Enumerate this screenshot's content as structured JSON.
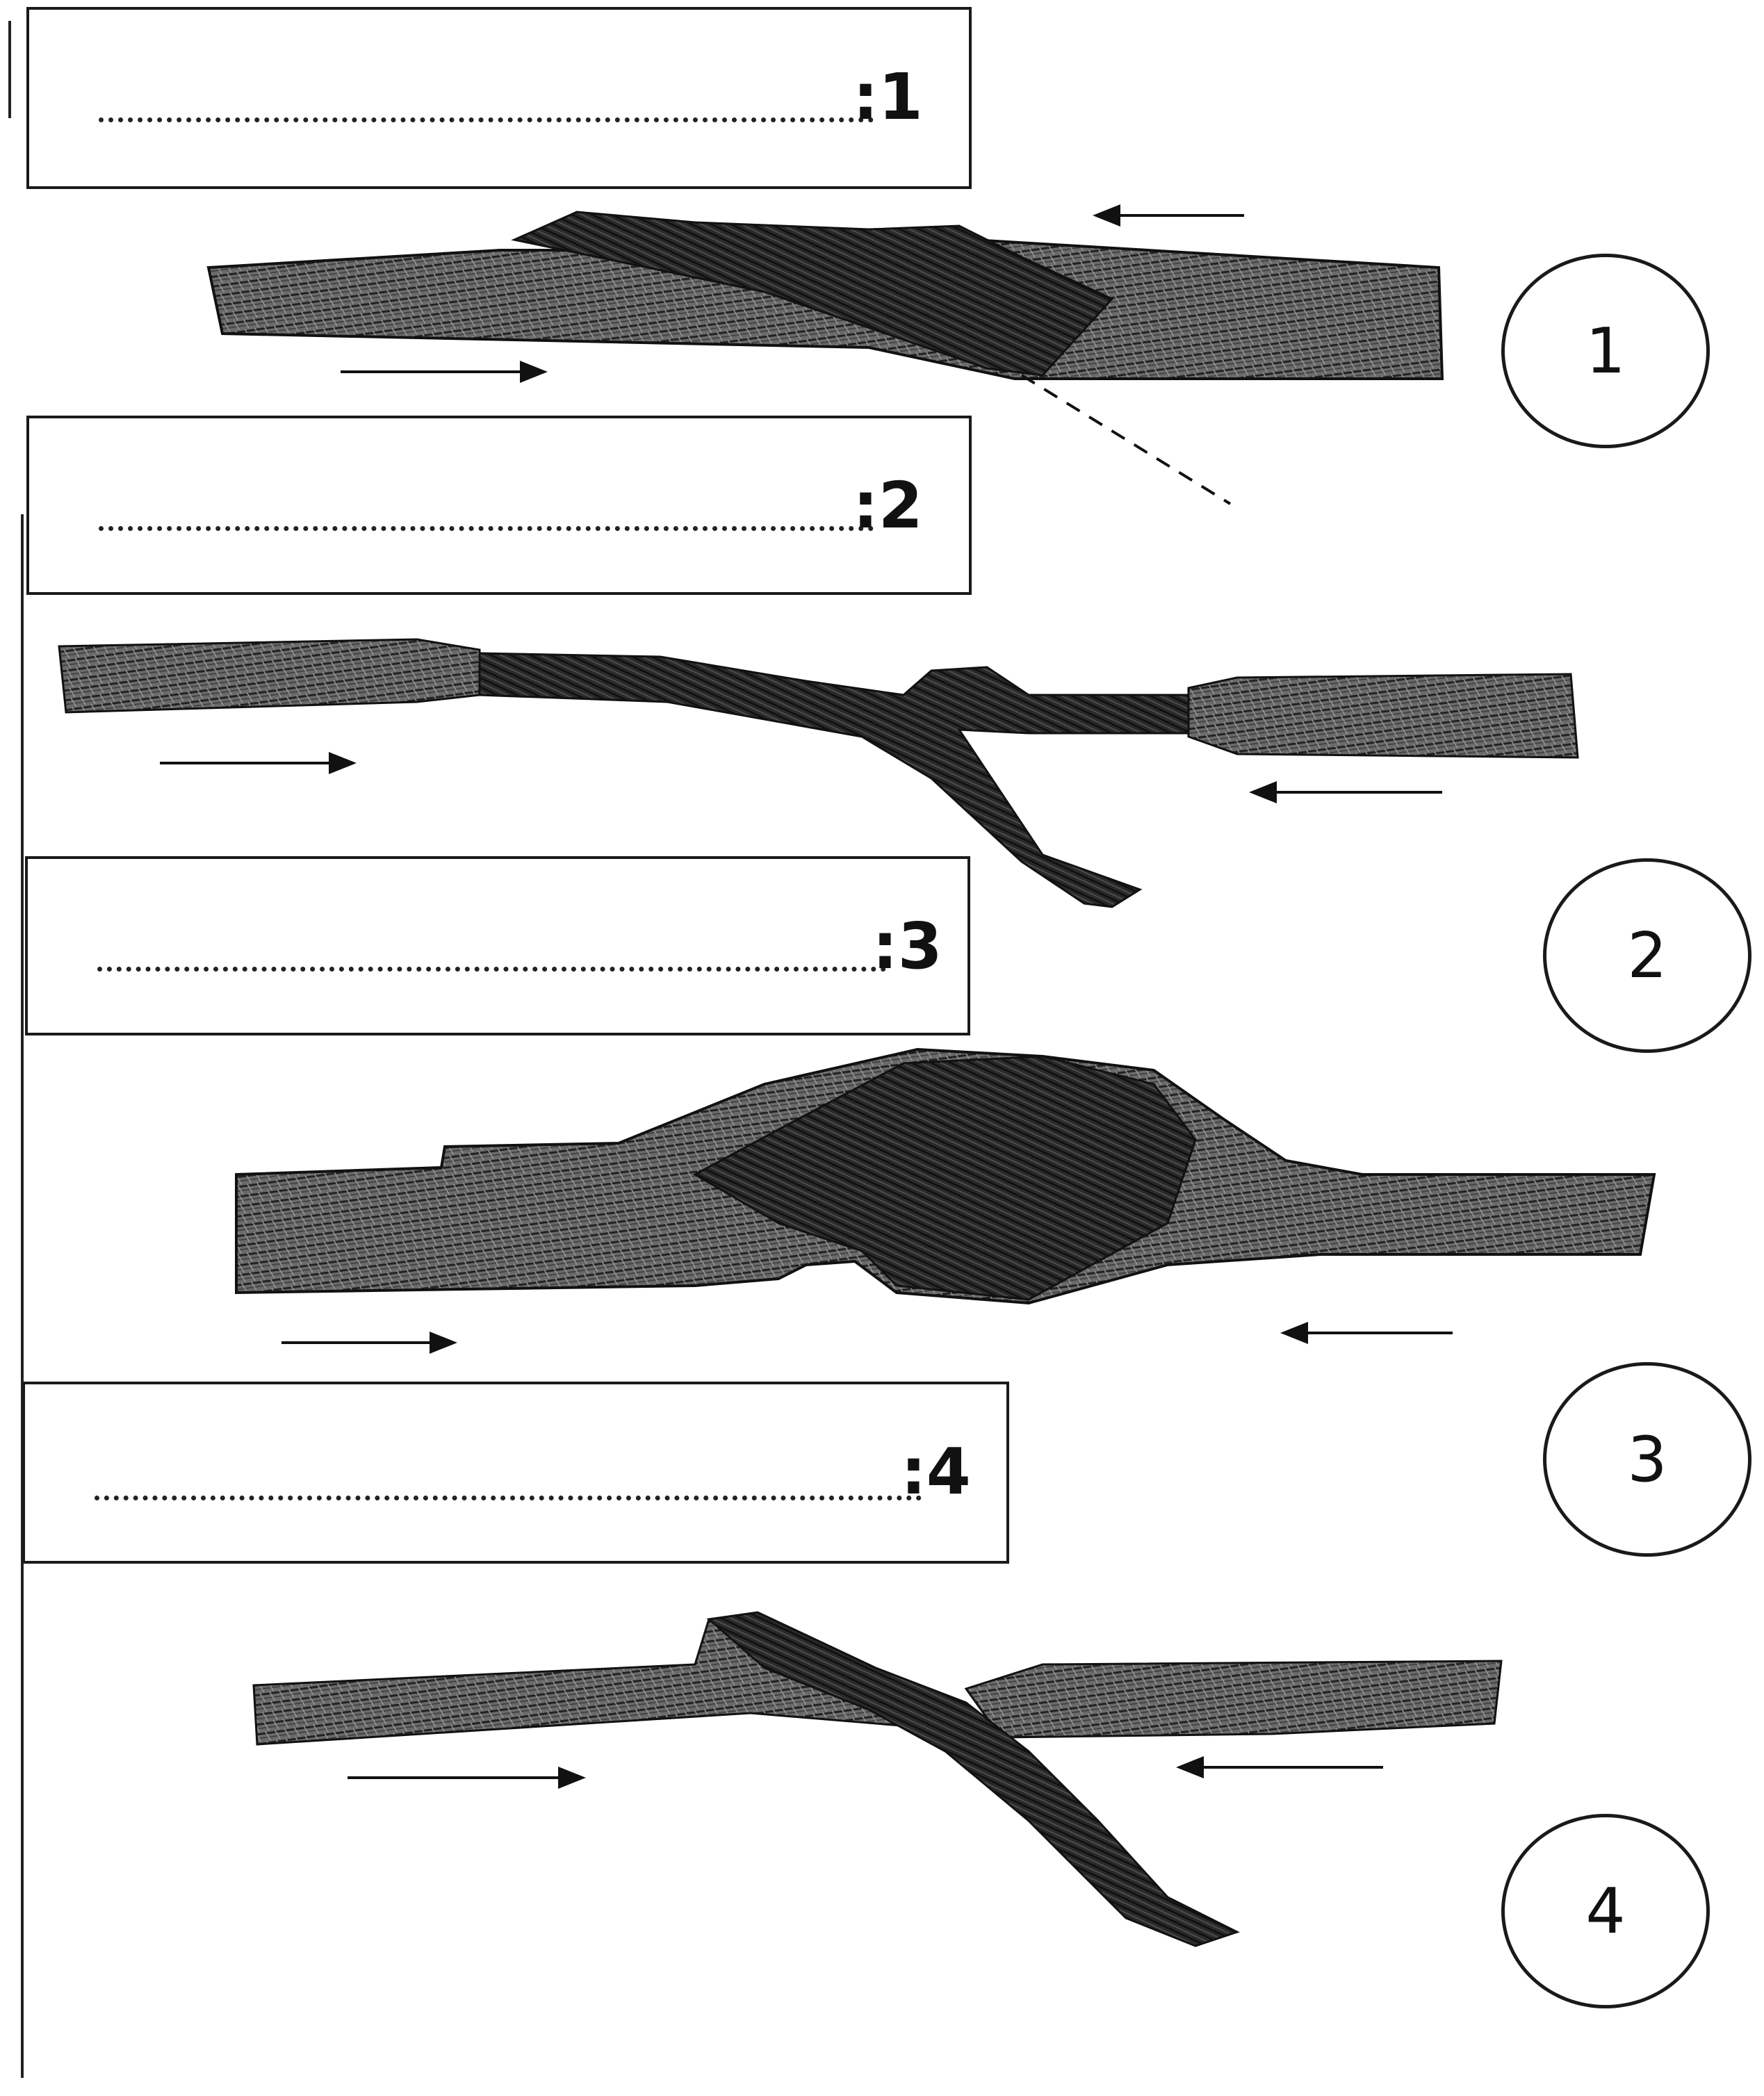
{
  "boxes": [
    {
      "label": ":1"
    },
    {
      "label": ":2"
    },
    {
      "label": ":3"
    },
    {
      "label": ":4"
    }
  ],
  "circles": [
    {
      "label": "1"
    },
    {
      "label": "2"
    },
    {
      "label": "3"
    },
    {
      "label": "4"
    }
  ],
  "colors": {
    "ink": "#1a1a1a",
    "hatch": "#3a3a3a"
  }
}
